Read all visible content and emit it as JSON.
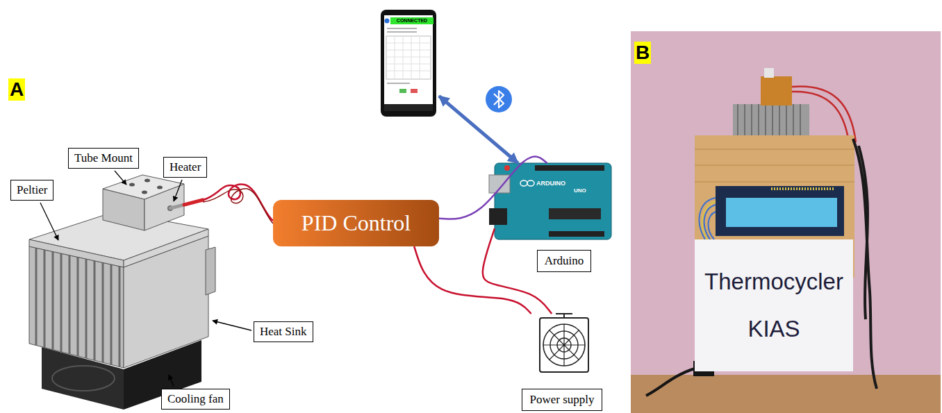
{
  "diagram": {
    "nodes": [
      {
        "text": [
          "Tube Mount"
        ]
      },
      {
        "text": [
          "Peltier"
        ]
      },
      {
        "text": [
          "Heater"
        ]
      },
      {
        "text": [
          "Heat Sink"
        ]
      },
      {
        "text": [
          "Cooling fan"
        ]
      },
      {
        "text": [
          "CONNECTED"
        ]
      },
      {
        "text": [
          "PID Control"
        ]
      },
      {
        "text": [
          "Arduino"
        ]
      },
      {
        "text": [
          "Power supply"
        ]
      },
      {
        "text": [
          "Thermocycler KIAS"
        ]
      }
    ],
    "edges": [
      {
        "from": 5,
        "to": 7,
        "arrow": "both"
      },
      {
        "from": 6,
        "to": 7,
        "arrow": "none"
      },
      {
        "from": 6,
        "to": 8,
        "arrow": "none"
      },
      {
        "from": 7,
        "to": 8,
        "arrow": "none"
      }
    ],
    "labels": [
      "A",
      "B",
      "ARDUINO",
      "UNO"
    ]
  }
}
